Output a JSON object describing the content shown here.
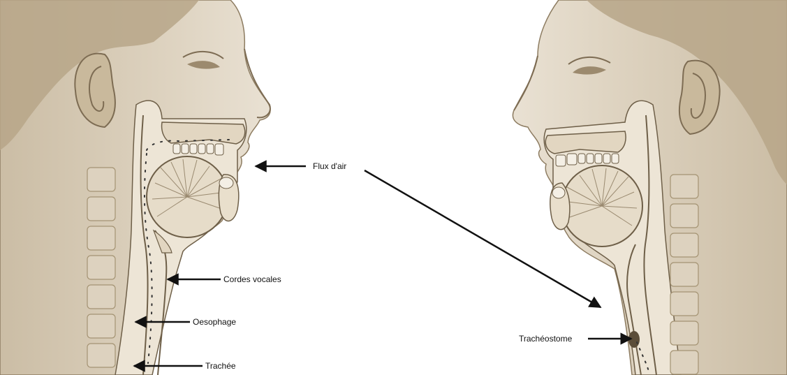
{
  "labels": {
    "airflow": "Flux d'air",
    "vocal_cords": "Cordes vocales",
    "esophagus": "Oesophage",
    "trachea": "Trachée",
    "tracheostoma": "Trachéostome"
  },
  "colors": {
    "background": "#ffffff",
    "skin": "#d8ccb8",
    "skin_shade": "#bfae94",
    "skin_dark": "#9c8a6e",
    "tissue": "#ece3d4",
    "bone": "#e9dfcc",
    "outline": "#6e5f48",
    "arrow": "#111111"
  },
  "figures": [
    {
      "name": "left-head",
      "description_key": "normal-anatomy"
    },
    {
      "name": "right-head",
      "description_key": "laryngectomy-anatomy"
    }
  ]
}
